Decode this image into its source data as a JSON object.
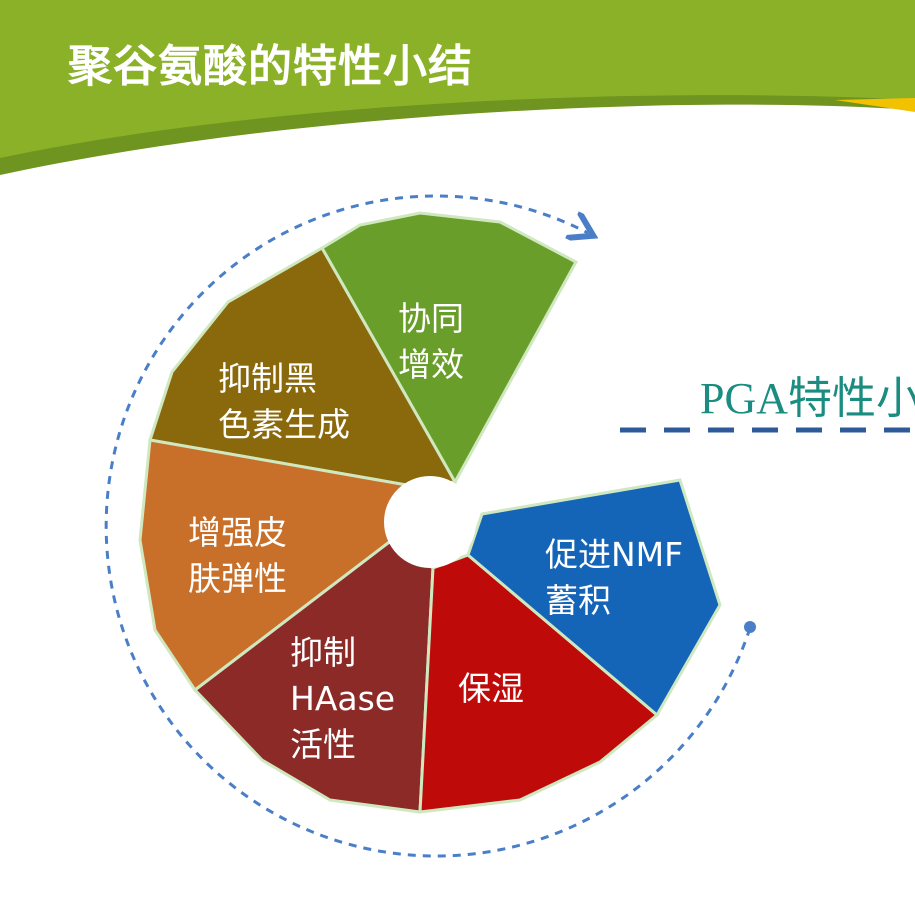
{
  "header": {
    "title": "聚谷氨酸的特性小结"
  },
  "side_heading": "PGA特性小",
  "colors": {
    "header_green": "#8ab128",
    "header_dark": "#6f9420",
    "accent_yellow": "#f2c200",
    "arc_blue": "#4a7fc8",
    "heading_teal": "#1a8c80"
  },
  "segments": [
    {
      "line1": "协同",
      "line2": "增效",
      "color": "#6a9e2a"
    },
    {
      "line1": "抑制黑",
      "line2": "色素生成",
      "color": "#8a680c"
    },
    {
      "line1": "增强皮",
      "line2": "肤弹性",
      "color": "#c8702a"
    },
    {
      "line1": "抑制",
      "line2": "HAase",
      "line3": "活性",
      "color": "#8c2a28"
    },
    {
      "line1": "保湿",
      "color": "#bf0a0a"
    },
    {
      "line1": "促进NMF",
      "line2": "蓄积",
      "color": "#1464b8"
    }
  ]
}
